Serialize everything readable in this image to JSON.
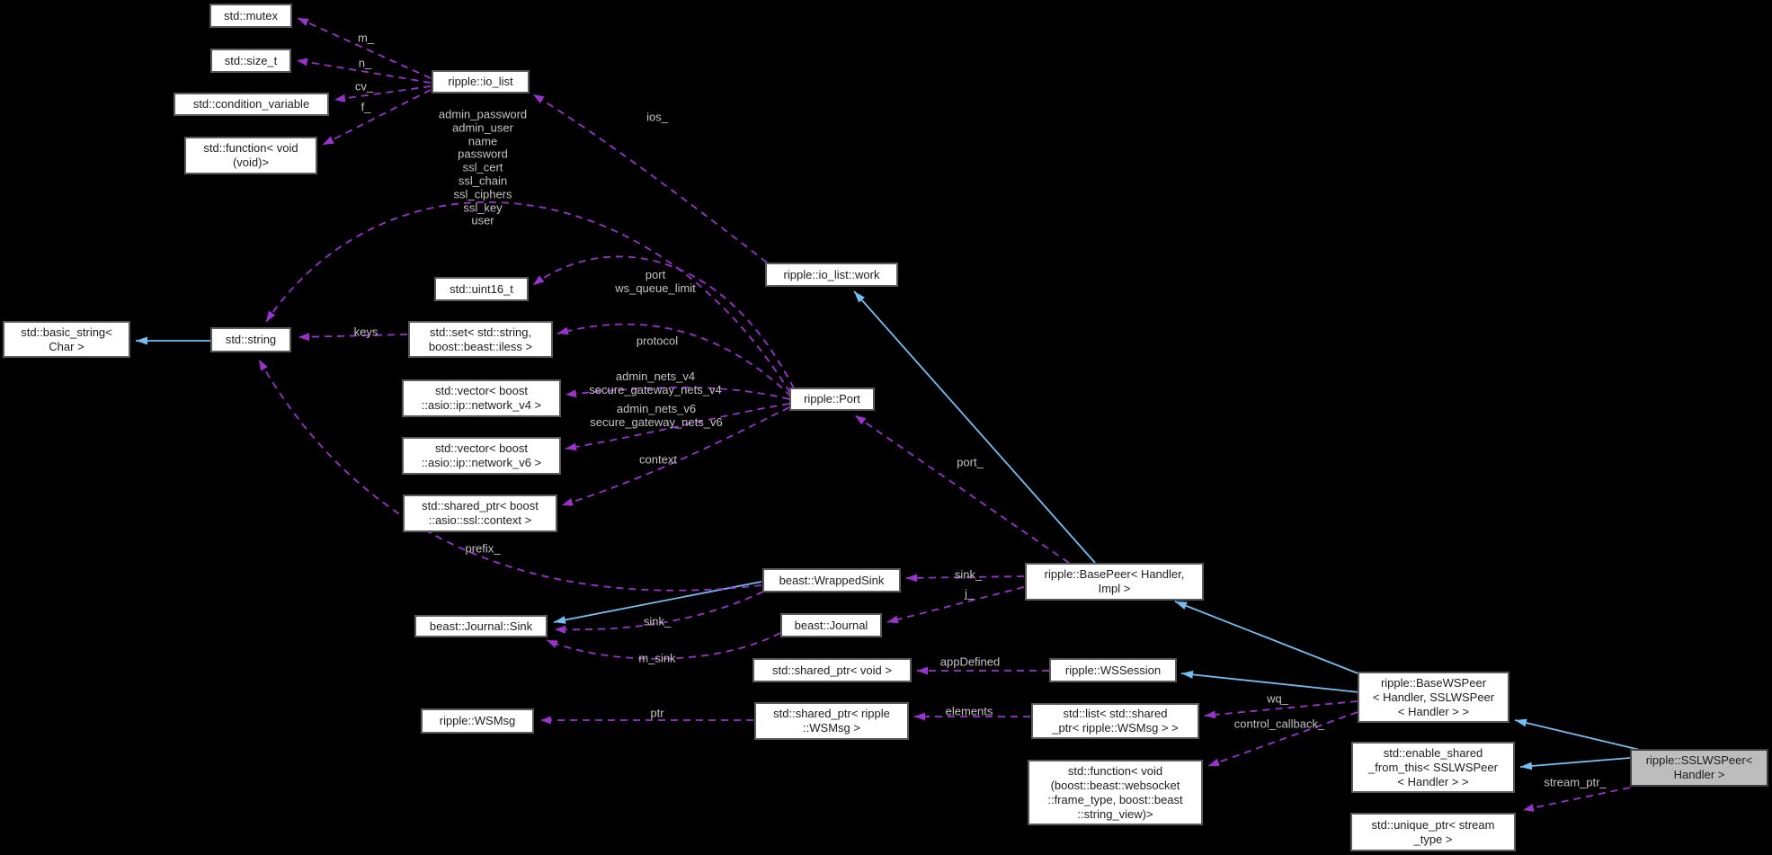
{
  "diagram": {
    "type": "doxygen-collaboration-graph",
    "colors": {
      "background": "#000000",
      "inheritance_edge": "#74bdf0",
      "usage_edge": "#9a32cd",
      "edge_label": "#c4c4c4",
      "node_fill": "#ffffff",
      "node_border": "#5a5a5a",
      "highlight_fill": "#bdbdbd"
    },
    "nodes": [
      {
        "label": "std::mutex"
      },
      {
        "label": "std::size_t"
      },
      {
        "label": "std::condition_variable"
      },
      {
        "label": "std::function< void\n(void)>"
      },
      {
        "label": "ripple::io_list"
      },
      {
        "label": "ripple::io_list::work"
      },
      {
        "label": "std::basic_string<\nChar >"
      },
      {
        "label": "std::string"
      },
      {
        "label": "std::uint16_t"
      },
      {
        "label": "std::set< std::string,\nboost::beast::iless >"
      },
      {
        "label": "std::vector< boost\n::asio::ip::network_v4 >"
      },
      {
        "label": "std::vector< boost\n::asio::ip::network_v6 >"
      },
      {
        "label": "std::shared_ptr< boost\n::asio::ssl::context >"
      },
      {
        "label": "ripple::Port"
      },
      {
        "label": "ripple::BasePeer< Handler,\nImpl >"
      },
      {
        "label": "beast::WrappedSink"
      },
      {
        "label": "beast::Journal::Sink"
      },
      {
        "label": "beast::Journal"
      },
      {
        "label": "std::shared_ptr< void >"
      },
      {
        "label": "ripple::WSSession"
      },
      {
        "label": "ripple::WSMsg"
      },
      {
        "label": "std::shared_ptr< ripple\n::WSMsg >"
      },
      {
        "label": "std::list< std::shared\n_ptr< ripple::WSMsg > >"
      },
      {
        "label": "std::function< void\n(boost::beast::websocket\n::frame_type, boost::beast\n::string_view)>"
      },
      {
        "label": "ripple::BaseWSPeer\n< Handler, SSLWSPeer\n< Handler > >"
      },
      {
        "label": "std::enable_shared\n_from_this< SSLWSPeer\n< Handler > >"
      },
      {
        "label": "ripple::SSLWSPeer<\nHandler >"
      },
      {
        "label": "std::unique_ptr< stream\n_type >"
      }
    ],
    "edge_labels": [
      {
        "text": "m_"
      },
      {
        "text": "n_"
      },
      {
        "text": "cv_"
      },
      {
        "text": "f_"
      },
      {
        "text": "ios_"
      },
      {
        "text": "admin_password\nadmin_user\nname\npassword\nssl_cert\nssl_chain\nssl_ciphers\nssl_key\nuser"
      },
      {
        "text": "port\nws_queue_limit"
      },
      {
        "text": "keys"
      },
      {
        "text": "protocol"
      },
      {
        "text": "admin_nets_v4\nsecure_gateway_nets_v4"
      },
      {
        "text": "admin_nets_v6\nsecure_gateway_nets_v6"
      },
      {
        "text": "context"
      },
      {
        "text": "prefix_"
      },
      {
        "text": "port_"
      },
      {
        "text": "sink_"
      },
      {
        "text": "j_"
      },
      {
        "text": "sink_"
      },
      {
        "text": "m_sink"
      },
      {
        "text": "appDefined"
      },
      {
        "text": "wq_"
      },
      {
        "text": "control_callback_"
      },
      {
        "text": "elements"
      },
      {
        "text": "ptr"
      },
      {
        "text": "stream_ptr_"
      }
    ]
  }
}
